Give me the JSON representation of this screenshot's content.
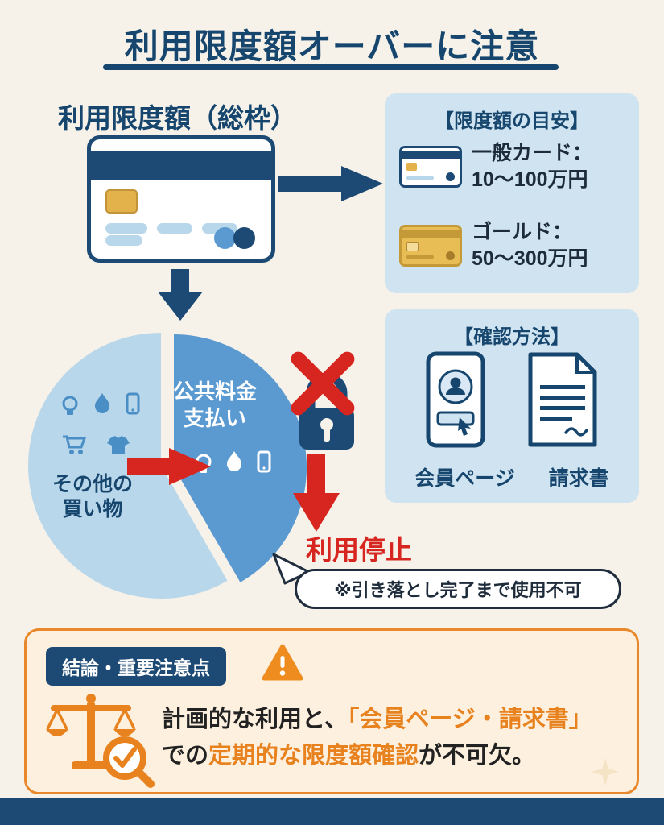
{
  "title": "利用限度額オーバーに注意",
  "overview": {
    "heading": "利用限度額（総枠）"
  },
  "limit_box": {
    "heading": "【限度額の目安】",
    "items": [
      {
        "icon": "blue-credit-card-icon",
        "label": "一般カード：",
        "value": "10〜100万円"
      },
      {
        "icon": "gold-credit-card-icon",
        "label": "ゴールド：",
        "value": "50〜300万円"
      }
    ]
  },
  "check_box": {
    "heading": "【確認方法】",
    "items": [
      {
        "icon": "smartphone-member-page-icon",
        "label": "会員ページ"
      },
      {
        "icon": "invoice-document-icon",
        "label": "請求書"
      }
    ]
  },
  "pie": {
    "segment_utility": {
      "line1": "公共料金",
      "line2": "支払い"
    },
    "segment_other": {
      "line1": "その他の",
      "line2": "買い物"
    }
  },
  "stop": {
    "label": "利用停止",
    "note": "※引き落とし完了まで使用不可"
  },
  "conclusion": {
    "badge": "結論・重要注意点",
    "parts": [
      {
        "text": "計画的な利用と、",
        "highlight": false
      },
      {
        "text": "「会員ページ・請求書」",
        "highlight": true
      },
      {
        "text": "での",
        "highlight": false
      },
      {
        "text": "定期的な限度額確認",
        "highlight": true
      },
      {
        "text": "が不可欠。",
        "highlight": false
      }
    ]
  },
  "colors": {
    "navy": "#1c4a74",
    "title_navy": "#16466e",
    "red": "#d7261f",
    "orange": "#e8821e",
    "panel_blue": "#cfe3f0",
    "pie_light": "#b9d7ea",
    "pie_dark": "#5b9ad0",
    "gold": "#e3b24b",
    "background": "#f6f2ea"
  },
  "chart_data": {
    "type": "pie",
    "title": "利用限度額（総枠）",
    "slices": [
      {
        "label": "公共料金支払い",
        "value_pct": 40
      },
      {
        "label": "その他の買い物",
        "value_pct": 60
      }
    ],
    "legend_position": "inside",
    "note": "percentages estimated from wedge angles; no numeric values shown in image"
  }
}
